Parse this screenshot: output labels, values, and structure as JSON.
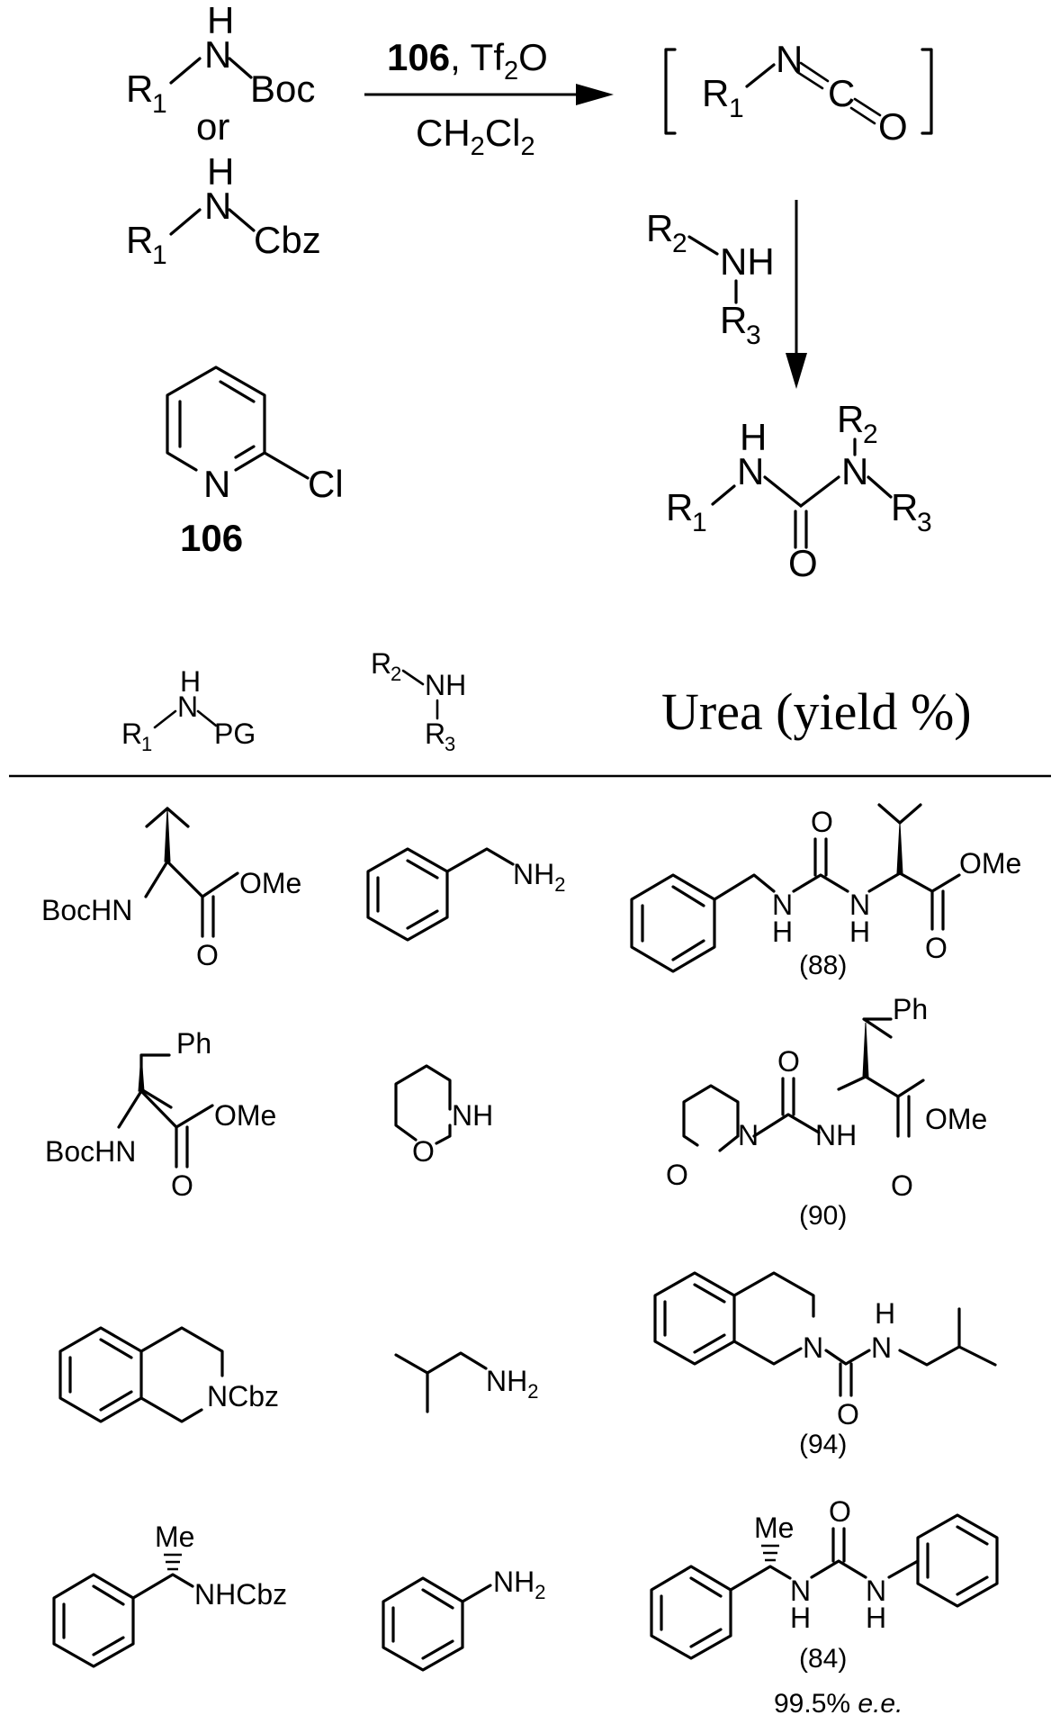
{
  "scheme": {
    "reagent_number": "106",
    "reagent_rest": ", Tf",
    "reagent_sub": "2",
    "reagent_tail": "O",
    "solvent_a": "CH",
    "solvent_sub1": "2",
    "solvent_b": "Cl",
    "solvent_sub2": "2",
    "or_text": "or",
    "compound_label": "106",
    "atoms": {
      "H": "H",
      "N": "N",
      "NH": "NH",
      "O": "O",
      "C": "C",
      "Cl": "Cl",
      "R": "R",
      "sub1": "1",
      "sub2": "2",
      "sub3": "3",
      "Boc": "Boc",
      "Cbz": "Cbz",
      "PG": "PG",
      "OMe": "OMe",
      "Ph": "Ph",
      "Me": "Me",
      "BocHN": "BocHN",
      "NCbz": "NCbz",
      "NHCbz": "NHCbz",
      "NH2": "NH",
      "two": "2"
    }
  },
  "table": {
    "header_urea": "Urea (yield %)",
    "yields": [
      "(88)",
      "(90)",
      "(94)",
      "(84)"
    ],
    "ee": "99.5% ",
    "ee_italic": "e.e."
  }
}
